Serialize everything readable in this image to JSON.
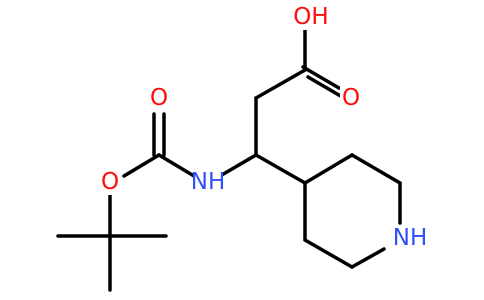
{
  "molecule": {
    "colors": {
      "bond": "#000000",
      "oxygen": "#ff0d0d",
      "nitrogen": "#3050f8",
      "background": "#ffffff"
    },
    "labels": {
      "acid_hydroxyl": "OH",
      "acid_carbonyl_oxygen": "O",
      "carbamate_carbonyl_oxygen": "O",
      "carbamate_ester_oxygen": "O",
      "carbamate_nitrogen": "NH",
      "piperidine_nitrogen": "NH"
    }
  }
}
